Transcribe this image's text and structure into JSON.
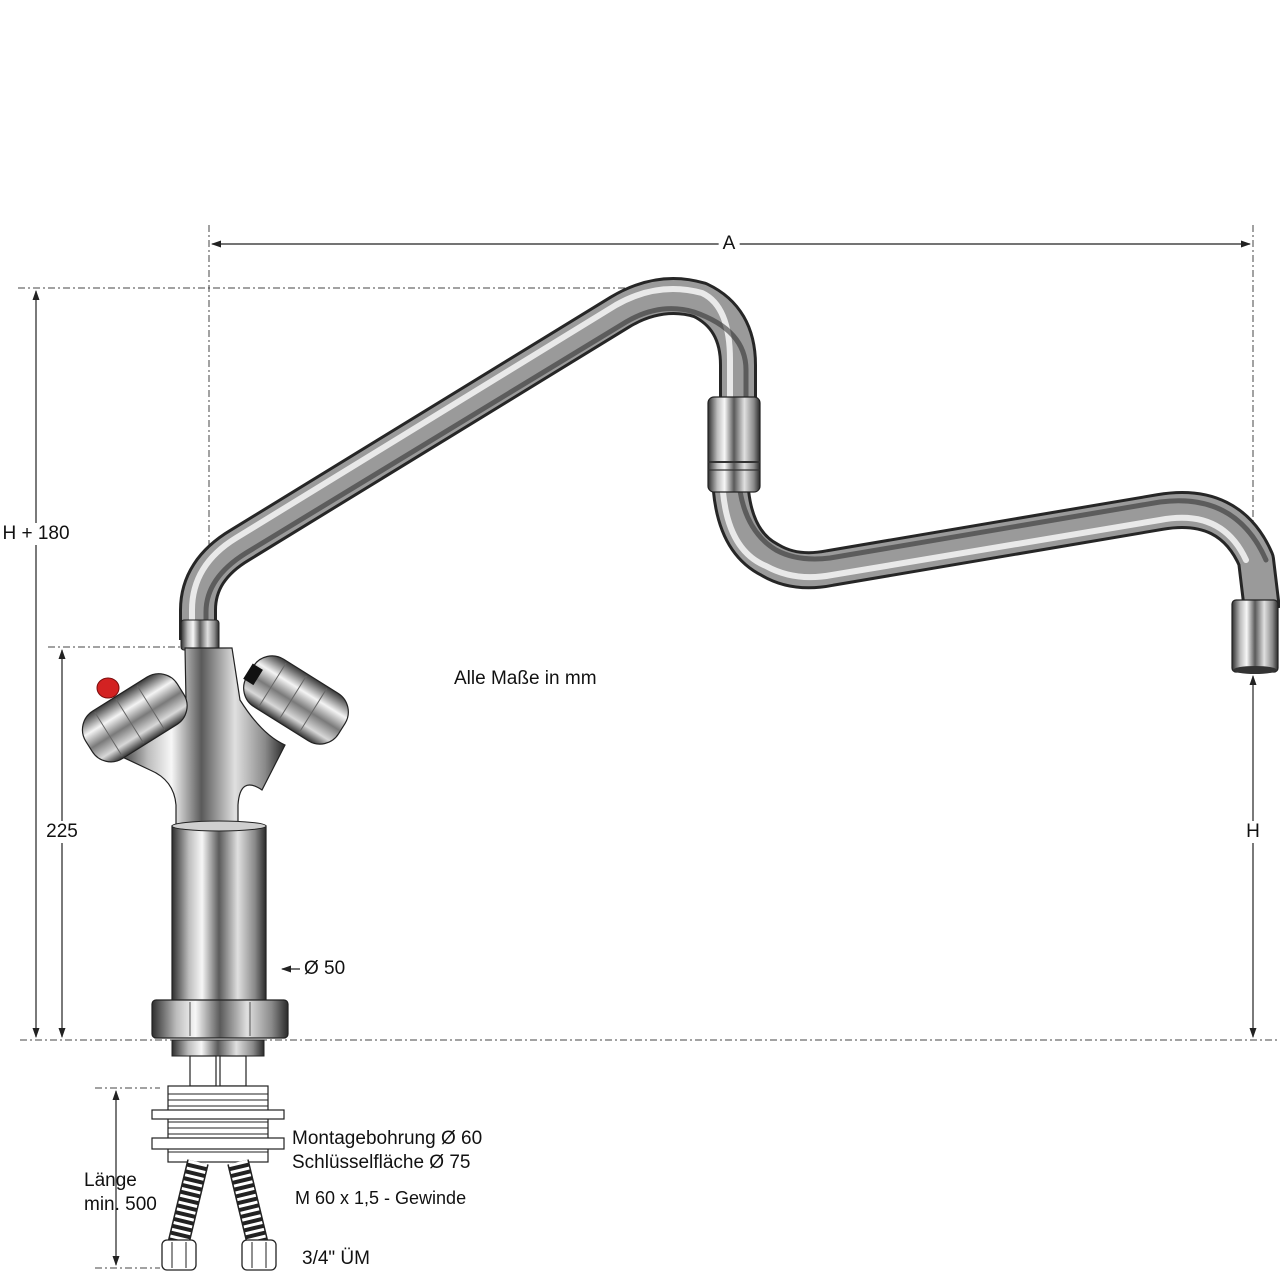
{
  "dimensions": {
    "width_label": "A",
    "total_height_label": "H + 180",
    "body_height_label": "225",
    "spout_height_label": "H",
    "body_diameter_label": "Ø 50",
    "units_note": "Alle Maße in mm"
  },
  "installation": {
    "mounting_hole": "Montagebohrung Ø 60",
    "wrench_flat": "Schlüsselfläche Ø 75",
    "thread": "M 60 x 1,5 - Gewinde",
    "hose_length_line1": "Länge",
    "hose_length_line2": "min. 500",
    "connection": "3/4\" ÜM"
  },
  "colors": {
    "hot_indicator": "#d32222",
    "chrome_dark": "#3a3a3a",
    "chrome_light": "#f2f2f2",
    "dimension_line": "#222222"
  },
  "icons": {
    "faucet": "mixer-tap-with-swivel-spout",
    "hose": "braided-hose"
  }
}
